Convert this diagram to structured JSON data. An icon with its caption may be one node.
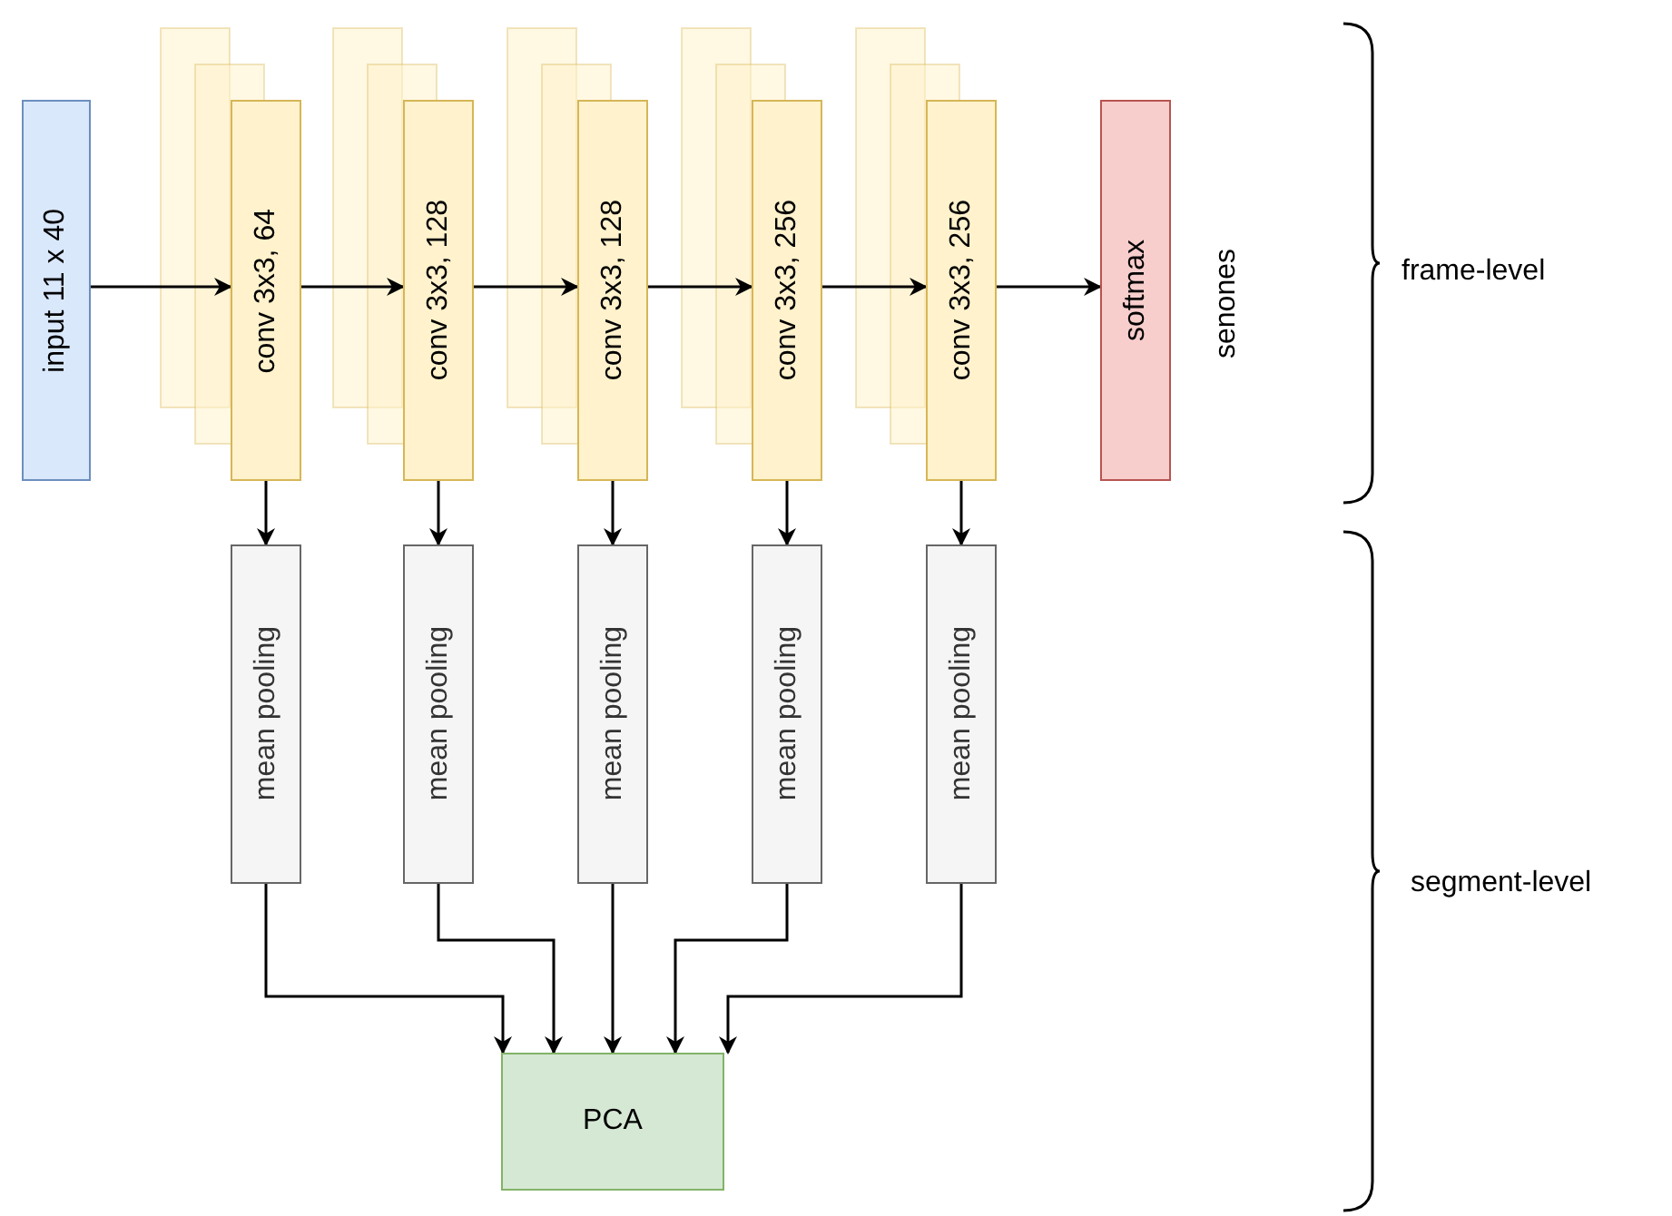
{
  "diagram": {
    "nodes": [
      {
        "text": [
          "input 11 x 40"
        ]
      },
      {
        "text": [
          "conv 3x3, 64"
        ]
      },
      {
        "text": [
          "conv 3x3, 128"
        ]
      },
      {
        "text": [
          "conv 3x3, 128"
        ]
      },
      {
        "text": [
          "conv 3x3, 256"
        ]
      },
      {
        "text": [
          "conv 3x3, 256"
        ]
      },
      {
        "text": [
          "softmax"
        ],
        "beside": [
          "senones"
        ]
      },
      {
        "text": [
          "mean pooling"
        ]
      },
      {
        "text": [
          "mean pooling"
        ]
      },
      {
        "text": [
          "mean pooling"
        ]
      },
      {
        "text": [
          "mean pooling"
        ]
      },
      {
        "text": [
          "mean pooling"
        ]
      },
      {
        "text": [
          "PCA"
        ]
      }
    ],
    "edges": [
      {
        "from": 0,
        "to": 1,
        "arrow": "to"
      },
      {
        "from": 1,
        "to": 2,
        "arrow": "to"
      },
      {
        "from": 2,
        "to": 3,
        "arrow": "to"
      },
      {
        "from": 3,
        "to": 4,
        "arrow": "to"
      },
      {
        "from": 4,
        "to": 5,
        "arrow": "to"
      },
      {
        "from": 5,
        "to": 6,
        "arrow": "to"
      },
      {
        "from": 1,
        "to": 7,
        "arrow": "to"
      },
      {
        "from": 2,
        "to": 8,
        "arrow": "to"
      },
      {
        "from": 3,
        "to": 9,
        "arrow": "to"
      },
      {
        "from": 4,
        "to": 10,
        "arrow": "to"
      },
      {
        "from": 5,
        "to": 11,
        "arrow": "to"
      },
      {
        "from": 7,
        "to": 12,
        "arrow": "to"
      },
      {
        "from": 8,
        "to": 12,
        "arrow": "to"
      },
      {
        "from": 9,
        "to": 12,
        "arrow": "to"
      },
      {
        "from": 10,
        "to": 12,
        "arrow": "to"
      },
      {
        "from": 11,
        "to": 12,
        "arrow": "to"
      }
    ],
    "labels": [
      "frame-level",
      "segment-level"
    ]
  }
}
